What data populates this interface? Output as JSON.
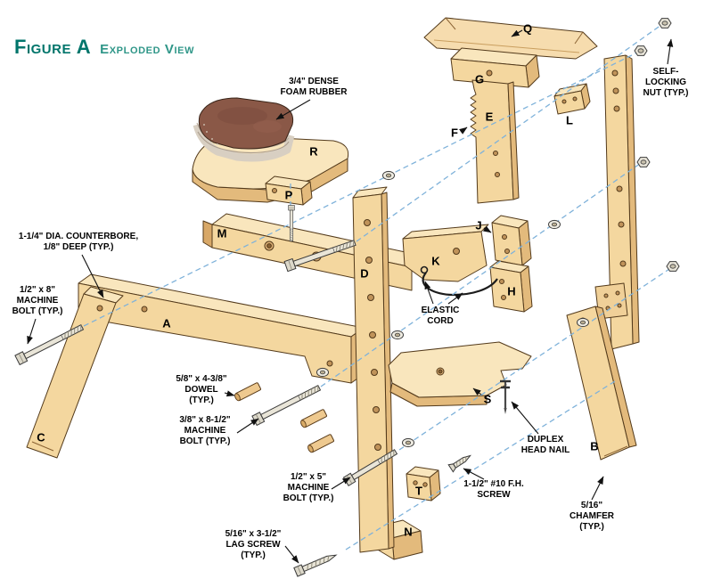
{
  "figure": {
    "label": "Figure A",
    "title": "Exploded View"
  },
  "part_labels": {
    "a": "A",
    "b": "B",
    "c": "C",
    "d": "D",
    "e": "E",
    "f": "F",
    "g": "G",
    "h": "H",
    "j": "J",
    "k": "K",
    "l": "L",
    "m": "M",
    "n": "N",
    "p": "P",
    "q": "Q",
    "r": "R",
    "s": "S",
    "t": "T"
  },
  "callouts": {
    "foam_rubber": "3/4\" DENSE\nFOAM RUBBER",
    "self_locking_nut": "SELF-\nLOCKING\nNUT (TYP.)",
    "counterbore": "1-1/4\" DIA. COUNTERBORE,\n1/8\" DEEP (TYP.)",
    "machine_bolt_half_8": "1/2\" x 8\"\nMACHINE\nBOLT (TYP.)",
    "dowel": "5/8\" x 4-3/8\"\nDOWEL\n(TYP.)",
    "machine_bolt_3_8": "3/8\" x 8-1/2\"\nMACHINE\nBOLT (TYP.)",
    "machine_bolt_half_5": "1/2\" x 5\"\nMACHINE\nBOLT (TYP.)",
    "lag_screw": "5/16\" x 3-1/2\"\nLAG SCREW\n(TYP.)",
    "elastic_cord": "ELASTIC\nCORD",
    "duplex_nail": "DUPLEX\nHEAD NAIL",
    "fh_screw": "1-1/2\" #10 F.H.\nSCREW",
    "chamfer": "5/16\"\nCHAMFER\n(TYP.)"
  },
  "colors": {
    "title_teal": "#00756b",
    "wood_top": "#f9e6bd",
    "wood_front": "#f4d79f",
    "wood_side": "#e3ba7c",
    "wood_end": "#d8a868",
    "outline_brown": "#533a1b",
    "assembly_line_blue": "#7fb2da",
    "foam_brown": "#8a5847",
    "label_black": "#000000"
  }
}
